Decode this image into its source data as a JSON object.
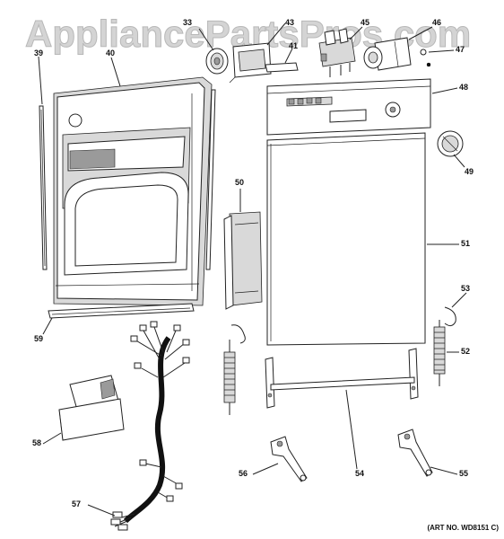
{
  "watermark": "AppliancePartsPros.com",
  "art_number": "(ART NO. WD8151 C)",
  "callouts": {
    "p33": "33",
    "p39": "39",
    "p40": "40",
    "p43": "43",
    "p41": "41",
    "p45": "45",
    "p46": "46",
    "p47": "47",
    "p48": "48",
    "p49": "49",
    "p50": "50",
    "p51": "51",
    "p52": "52",
    "p53": "53",
    "p54": "54",
    "p55": "55",
    "p56": "56",
    "p57": "57",
    "p58": "58",
    "p59": "59"
  }
}
